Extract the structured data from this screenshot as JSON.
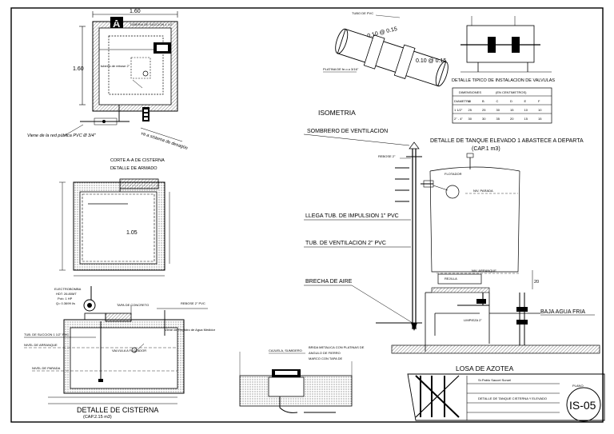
{
  "plan": {
    "section_mark": "A",
    "dim_top": "1.60",
    "dim_left": "1.60",
    "note_suction": "TUBERIA DE SUCCION 1 1/2\"",
    "note_overflow": "tubería de rebose 2\"",
    "note_network": "Viene de la red pública PVC Ø 3/4\"",
    "note_drain": "va a sistema de desagüe"
  },
  "section": {
    "title_line1": "CORTE A-A DE CISTERNA",
    "title_line2": "DETALLE DE ARMADO",
    "inner_dim": "1.05"
  },
  "cistern": {
    "title": "DETALLE DE CISTERNA",
    "capacity": "(CAP.2.15 m3)",
    "pump_label": "ELECTROBOMBA",
    "pump_specs": [
      "HDT: 26.80MT",
      "Pot= 1 HP",
      "Q= 0.3699 l/s"
    ],
    "concrete_lid": "TAPA DE CONCRETO",
    "overflow": "REBOSE 2\" PVC",
    "suction": "TUB. DE SUCCION 1 1/2\" PVC",
    "start_level": "NIVEL DE ARRANQUE",
    "stop_level": "NIVEL DE PARADA",
    "float_valve": "VALVULA A FLOTADOR",
    "water_inlet": "Viene de Registro de Agua Medidor"
  },
  "valves": {
    "pipe_label": "TUBO DE PVC",
    "dim_a": "0.10 @ 0.15",
    "dim_b": "0.10 @ 0.15",
    "plate_label": "PLATINA DE fe.o.o 3/16\"",
    "title": "DETALLE TIPICO DE INSTALACION DE VALVULAS",
    "table_header_left": "DIMENSIONES",
    "table_header_right": "(EN CENTIMETROS)",
    "table_rows": [
      [
        "DIAMETRO",
        "A",
        "B",
        "C",
        "D",
        "E",
        "F"
      ],
      [
        "1 1/2\"",
        "25",
        "25",
        "30",
        "15",
        "10",
        "10"
      ],
      [
        "2\" - 4\"",
        "30",
        "30",
        "35",
        "20",
        "15",
        "15"
      ]
    ]
  },
  "isometric": {
    "title": "ISOMETRIA"
  },
  "tank": {
    "title": "DETALLE DE TANQUE ELEVADO 1 ABASTECE A DEPARTA",
    "capacity": "(CAP.1 m3)",
    "vent_cap": "SOMBRERO DE VENTILACION",
    "overflow": "REBOSE 2\"",
    "float": "FLOTADOR",
    "stop_level": "NIV. PARADA",
    "impulsion": "LLEGA TUB. DE IMPULSION 1\" PVC",
    "vent_pipe": "TUB. DE VENTILACION 2\" PVC",
    "air_gap": "BRECHA DE AIRE",
    "start_level": "NIV. ARRANQUE",
    "grille": "REJILLA",
    "cleaning": "LIMPIEZA 2\"",
    "water_down": "BAJA AGUA FRIA",
    "roof_slab": "LOSA DE AZOTEA",
    "dim_side": "20"
  },
  "lid": {
    "label": "CAJUELA, SUMIDERO",
    "notes": [
      "BRIDA METALICA CON PLATINAS DE",
      "ANGULO DE FIERRO",
      "MARCO CON TAPA DE"
    ]
  },
  "title_block": {
    "author": "Sr.Pablo Saucel Suruel",
    "description": "DETALLE DE TANQUE CISTERNA Y ELEVADO",
    "sheet_label": "PLANO",
    "sheet_code": "IS-05"
  }
}
